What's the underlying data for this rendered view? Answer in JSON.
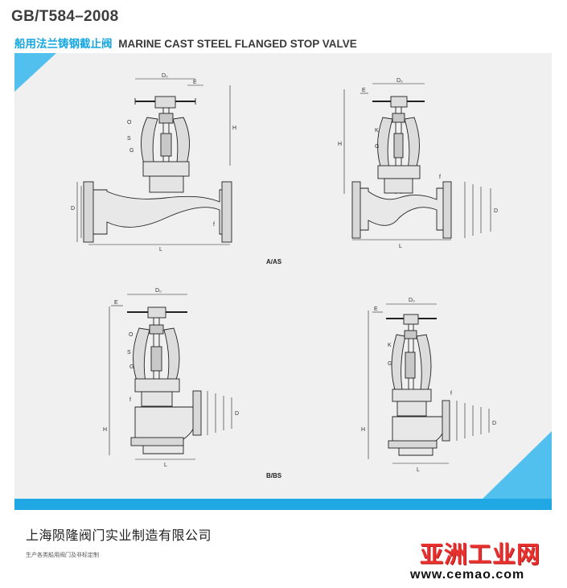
{
  "header": {
    "standard_code": "GB/T584–2008",
    "title_cn": "船用法兰铸钢截止阀",
    "title_en": "MARINE CAST STEEL FLANGED STOP VALVE"
  },
  "drawing": {
    "caption_top": "A/AS",
    "caption_bottom": "B/BS"
  },
  "footer": {
    "company": "上海陨隆阀门实业制造有限公司",
    "slogan": "生产各类船用阀门及非标定制"
  },
  "watermark": {
    "logo": "亚洲工业网",
    "url": "www.cemao.com"
  },
  "colors": {
    "accent_blue": "#1fa8e3",
    "panel_gray": "#f0f0f0",
    "watermark_red": "#e8312f"
  }
}
